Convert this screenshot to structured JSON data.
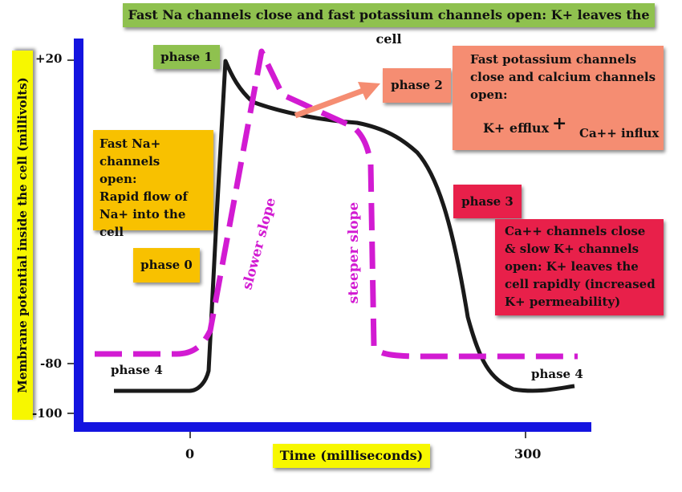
{
  "title": "Fast Na channels close and fast potassium channels open: K+ leaves the cell",
  "y_axis_label": "Membrane potential inside the cell (millivolts)",
  "x_axis_label": "Time (milliseconds)",
  "y_ticks": [
    "+20",
    "-80",
    "-100"
  ],
  "x_ticks": [
    "0",
    "300"
  ],
  "phases": {
    "p0": "phase 0",
    "p1": "phase 1",
    "p2": "phase 2",
    "p3": "phase 3",
    "p4_left": "phase 4",
    "p4_right": "phase 4"
  },
  "notes": {
    "na_open": [
      "Fast Na+",
      "channels",
      "open:",
      "Rapid flow of",
      "Na+ into the cell"
    ],
    "k_close": [
      "Fast potassium channels",
      "close and calcium channels",
      "open:"
    ],
    "k_efflux": "K+ efflux",
    "plus": "+",
    "ca_influx": "Ca++ influx",
    "ca_close": [
      "Ca++ channels close",
      "& slow K+ channels",
      "open: K+ leaves the",
      "cell rapidly (increased",
      "K+ permeability)"
    ]
  },
  "slopes": {
    "slower": "slower slope",
    "steeper": "steeper slope"
  },
  "colors": {
    "axis": "#1414e0",
    "solid_curve": "#1a1a1a",
    "dashed_curve": "#d21bd2",
    "green": "#8fc14f",
    "orange": "#f8c100",
    "salmon": "#f58d72",
    "red": "#e8204a",
    "yellow": "#f7f700"
  }
}
